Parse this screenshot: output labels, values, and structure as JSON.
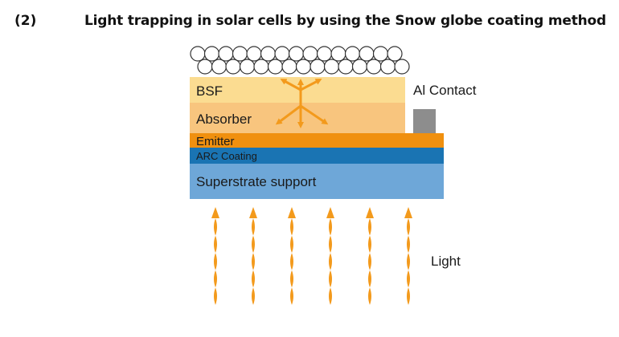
{
  "header": {
    "number": "(2)",
    "title": "Light trapping in solar cells by using the Snow globe coating method"
  },
  "layers": {
    "bsf": "BSF",
    "absorber": "Absorber",
    "emitter": "Emitter",
    "arc": "ARC Coating",
    "superstrate": "Superstrate support"
  },
  "contact_label": "Al Contact",
  "light_label": "Light",
  "colors": {
    "bsf": "#fbdc91",
    "absorber": "#f8c57e",
    "emitter": "#f0900f",
    "arc": "#1a74b3",
    "superstrate": "#6ea7d8",
    "contact": "#8d8d8d",
    "arrow": "#f39a1c"
  }
}
